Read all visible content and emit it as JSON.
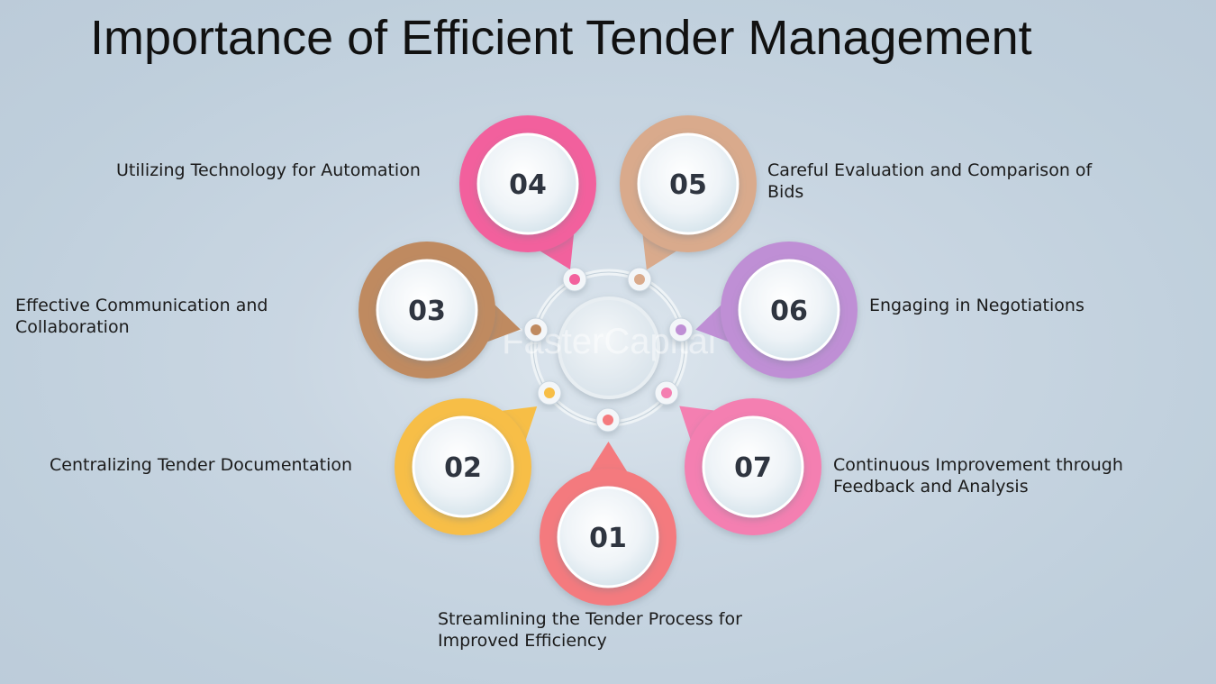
{
  "title": "Importance of Efficient Tender Management",
  "watermark": "FasterCapital",
  "steps": [
    {
      "number": "01",
      "label": "Streamlining the Tender Process for Improved Efficiency",
      "color": "#f47a7e"
    },
    {
      "number": "02",
      "label": "Centralizing Tender Documentation",
      "color": "#f7be46"
    },
    {
      "number": "03",
      "label": "Effective Communication and Collaboration",
      "color": "#bf8a60"
    },
    {
      "number": "04",
      "label": "Utilizing Technology for Automation",
      "color": "#f2619d"
    },
    {
      "number": "05",
      "label": "Careful Evaluation and Comparison of Bids",
      "color": "#d9aa8c"
    },
    {
      "number": "06",
      "label": "Engaging in Negotiations",
      "color": "#bf8fd5"
    },
    {
      "number": "07",
      "label": "Continuous Improvement through Feedback and Analysis",
      "color": "#f47fb1"
    }
  ]
}
